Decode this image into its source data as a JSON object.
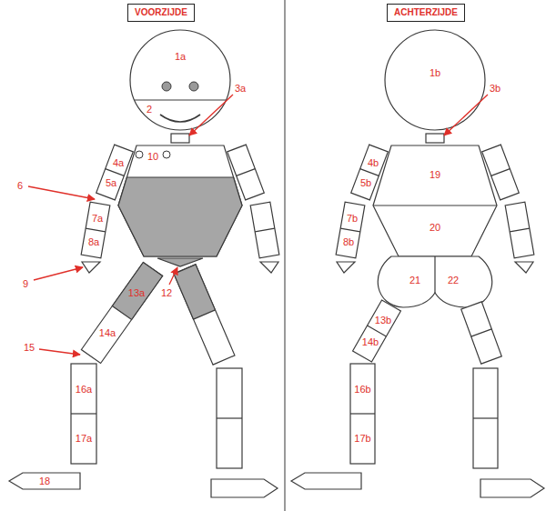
{
  "diagram": {
    "nodes": [
      {
        "text": [
          "VOORZIJDE"
        ]
      },
      {
        "text": [
          "ACHTERZIJDE"
        ]
      }
    ],
    "labels": [
      "1a",
      "2",
      "3a",
      "4a",
      "5a",
      "6",
      "7a",
      "8a",
      "9",
      "10",
      "12",
      "13a",
      "14a",
      "15",
      "16a",
      "17a",
      "18",
      "1b",
      "3b",
      "4b",
      "5b",
      "19",
      "7b",
      "8b",
      "20",
      "21",
      "22",
      "13b",
      "14b",
      "16b",
      "17b"
    ]
  }
}
